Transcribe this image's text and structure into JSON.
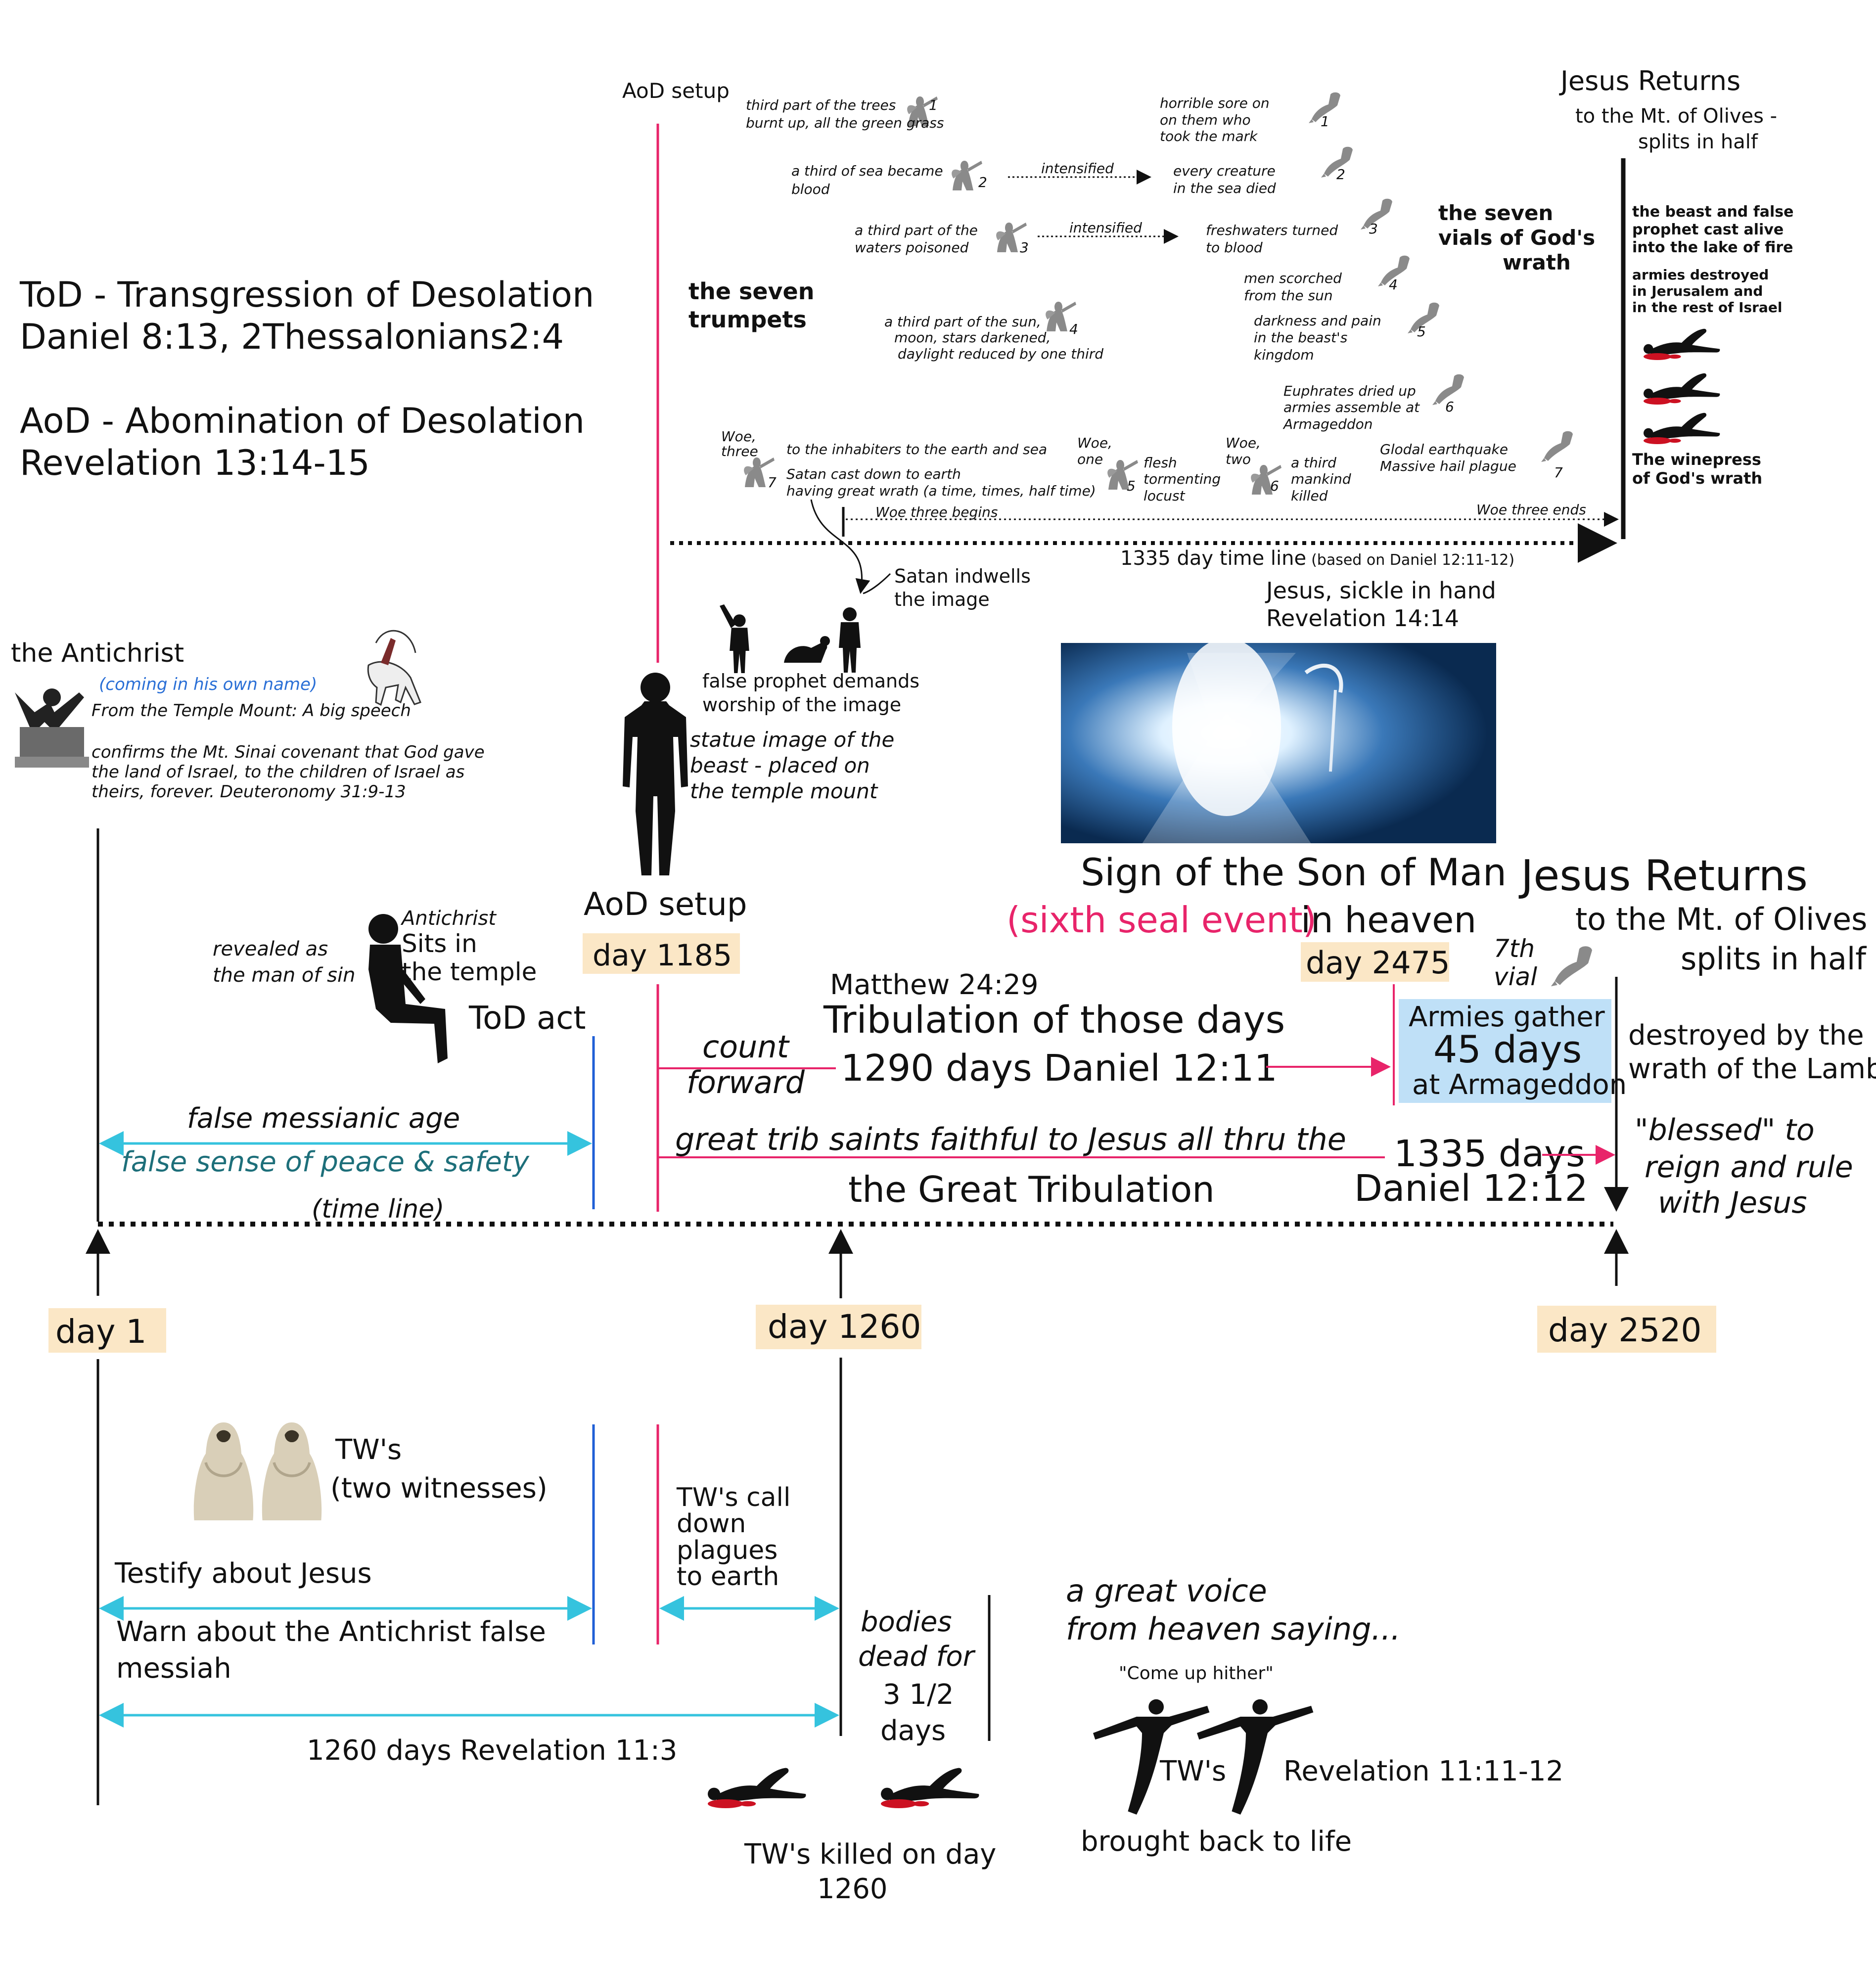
{
  "colors": {
    "ink": "#111111",
    "pink": "#e8246a",
    "blue": "#1f5fd6",
    "cyan": "#35c3de",
    "day_label_bg": "#fbe7c6",
    "armies_box_bg": "#bfe0f7",
    "teal_text": "#1d6f7a",
    "light_blue_text": "#2a6fd6",
    "vial_gray": "#8a8a8a",
    "blood": "#cc1122",
    "image_bg_top": "#0c2d55",
    "image_bg_glow": "#e8f4ff"
  },
  "legend": {
    "tod_line1": "ToD - Transgression of Desolation",
    "tod_line2": "Daniel 8:13, 2Thessalonians2:4",
    "aod_line1": "AoD - Abomination of Desolation",
    "aod_line2": "Revelation 13:14-15"
  },
  "antichrist": {
    "title": "the Antichrist",
    "coming": "(coming in his own name)",
    "speech": "From the Temple Mount:  A big speech",
    "covenant1": "confirms the Mt. Sinai covenant that God gave",
    "covenant2": "the land of Israel, to the children of Israel as",
    "covenant3": "theirs, forever.      Deuteronomy 31:9-13"
  },
  "top": {
    "aod_setup": "AoD setup",
    "jesus_returns_title": "Jesus Returns",
    "jesus_returns_sub1": "to the Mt. of Olives -",
    "jesus_returns_sub2": "splits in half",
    "seven_trumpets1": "the seven",
    "seven_trumpets2": "trumpets",
    "seven_vials1": "the seven",
    "seven_vials2": "vials of God's",
    "seven_vials3": "wrath",
    "beast_false1": "the beast and false",
    "beast_false2": "prophet cast alive",
    "beast_false3": "into the lake of fire",
    "armies_destroyed1": "armies destroyed",
    "armies_destroyed2": "in Jerusalem and",
    "armies_destroyed3": "in the rest of Israel",
    "winepress1": "The winepress",
    "winepress2": "of God's wrath",
    "intensified": "intensified",
    "woe_three_begins": "Woe three begins",
    "woe_three_ends": "Woe three ends",
    "timeline_1335": "1335 day time line",
    "timeline_1335_note": "(based on Daniel 12:11-12)",
    "satan_indwells1": "Satan indwells",
    "satan_indwells2": "the image",
    "false_prophet1": "false prophet demands",
    "false_prophet2": "worship of the image",
    "statue1": "statue image of the",
    "statue2": "beast - placed on",
    "statue3": "the temple mount",
    "jesus_sickle1": "Jesus, sickle in hand",
    "jesus_sickle2": "Revelation 14:14"
  },
  "trumpets": [
    {
      "n": "1",
      "l1": "third part of the trees",
      "l2": "burnt up, all the green grass"
    },
    {
      "n": "2",
      "l1": "a third of sea became",
      "l2": "blood"
    },
    {
      "n": "3",
      "l1": "a third part of the",
      "l2": "waters poisoned"
    },
    {
      "n": "4",
      "l1": "a third part of the sun,",
      "l2": "moon, stars darkened,",
      "l3": "daylight reduced by one third"
    },
    {
      "n": "5",
      "woe1": "Woe,",
      "woe2": "one",
      "l1": "flesh",
      "l2": "tormenting",
      "l3": "locust"
    },
    {
      "n": "6",
      "woe1": "Woe,",
      "woe2": "two",
      "l1": "a third",
      "l2": "mankind",
      "l3": "killed"
    },
    {
      "n": "7",
      "woe1": "Woe,",
      "woe2": "three",
      "l1": "to the inhabiters to the earth and sea",
      "l2": "Satan cast down to earth",
      "l3": "having great wrath (a time, times, half time)"
    }
  ],
  "vials": [
    {
      "n": "1",
      "l1": "horrible sore on",
      "l2": "on them who",
      "l3": "took the mark"
    },
    {
      "n": "2",
      "l1": "every creature",
      "l2": "in the sea died"
    },
    {
      "n": "3",
      "l1": "freshwaters turned",
      "l2": "to blood"
    },
    {
      "n": "4",
      "l1": "men scorched",
      "l2": "from the sun"
    },
    {
      "n": "5",
      "l1": "darkness and pain",
      "l2": "in the beast's",
      "l3": "kingdom"
    },
    {
      "n": "6",
      "l1": "Euphrates dried up",
      "l2": "armies assemble at",
      "l3": "Armageddon"
    },
    {
      "n": "7",
      "l1": "Glodal earthquake",
      "l2": "Massive hail plague"
    }
  ],
  "middle": {
    "aod_setup": "AoD setup",
    "day_1185": "day 1185",
    "antichrist_small": "Antichrist",
    "sits_in": "Sits in",
    "the_temple": "the temple",
    "revealed1": "revealed as",
    "revealed2": "the man of sin",
    "tod_act": "ToD act",
    "sign1": "Sign of the Son of Man",
    "sixth_seal": "(sixth seal event)",
    "in_heaven": "in heaven",
    "day_2475": "day 2475",
    "jesus_returns_big": "Jesus Returns",
    "to_mt": "to the Mt. of Olives",
    "splits": "splits in half",
    "seventh1": "7th",
    "seventh2": "vial",
    "matthew": "Matthew 24:29",
    "trib_days": "Tribulation of those days",
    "count": "count",
    "forward": "forward",
    "days_1290": "1290 days Daniel 12:11",
    "armies_gather": "Armies gather",
    "days_45": "45 days",
    "at_armageddon": "at Armageddon",
    "destroyed1": "destroyed by the",
    "destroyed2": "wrath of the Lamb",
    "false_age": "false messianic age",
    "false_peace": "false sense of peace & safety",
    "great_trib_saints": "great trib saints faithful to Jesus all thru the",
    "days_1335": "1335 days",
    "daniel_1212": "Daniel 12:12",
    "blessed1": "\"blessed\" to",
    "blessed2": "reign and rule",
    "blessed3": "with Jesus",
    "great_tribulation": "the Great Tribulation",
    "time_line": "(time line)"
  },
  "days": {
    "day_1": "day 1",
    "day_1260": "day 1260",
    "day_2520": "day 2520"
  },
  "bottom": {
    "tws1": "TW's",
    "tws2": "(two witnesses)",
    "testify": "Testify about Jesus",
    "warn1": "Warn about the Antichrist false",
    "warn2": "messiah",
    "days_1260": "1260 days Revelation 11:3",
    "call1": "TW's call",
    "call2": "down",
    "call3": "plagues",
    "call4": "to earth",
    "bodies1": "bodies",
    "bodies2": "dead for",
    "bodies3": "3 1/2",
    "bodies4": "days",
    "killed1": "TW's killed on day",
    "killed2": "1260",
    "voice1": "a great voice",
    "voice2": "from heaven saying...",
    "come_up": "\"Come up hither\"",
    "tws_rising": "TW's",
    "rev_1111": "Revelation 11:11-12",
    "brought_back": "brought back to life"
  }
}
